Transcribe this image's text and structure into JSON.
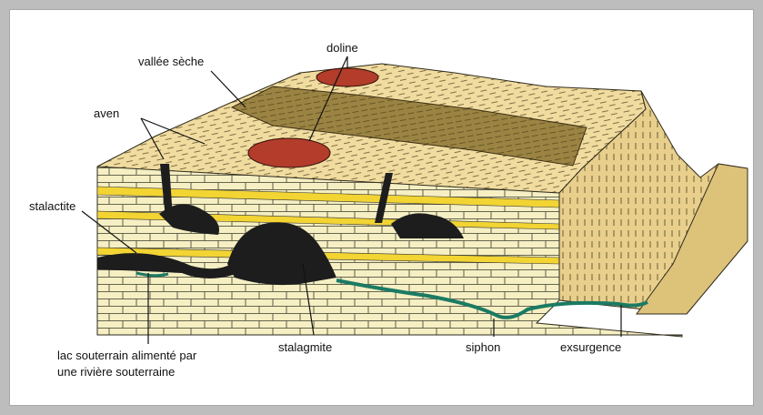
{
  "labels": {
    "doline": "doline",
    "vallee_seche": "vallée sèche",
    "aven": "aven",
    "stalactite": "stalactite",
    "lac_line1": "lac souterrain alimenté par",
    "lac_line2": "une rivière souterraine",
    "stalagmite": "stalagmite",
    "siphon": "siphon",
    "exsurgence": "exsurgence"
  },
  "colors": {
    "frame": "#bdbdbd",
    "plateau": "#f1dca0",
    "valley": "#9b8443",
    "doline": "#b33c2a",
    "limestone": "#f5efc3",
    "yellow_band": "#f2d433",
    "cave": "#1d1d1d",
    "water": "#1b7a63",
    "cliff": "#e8cf8c"
  }
}
